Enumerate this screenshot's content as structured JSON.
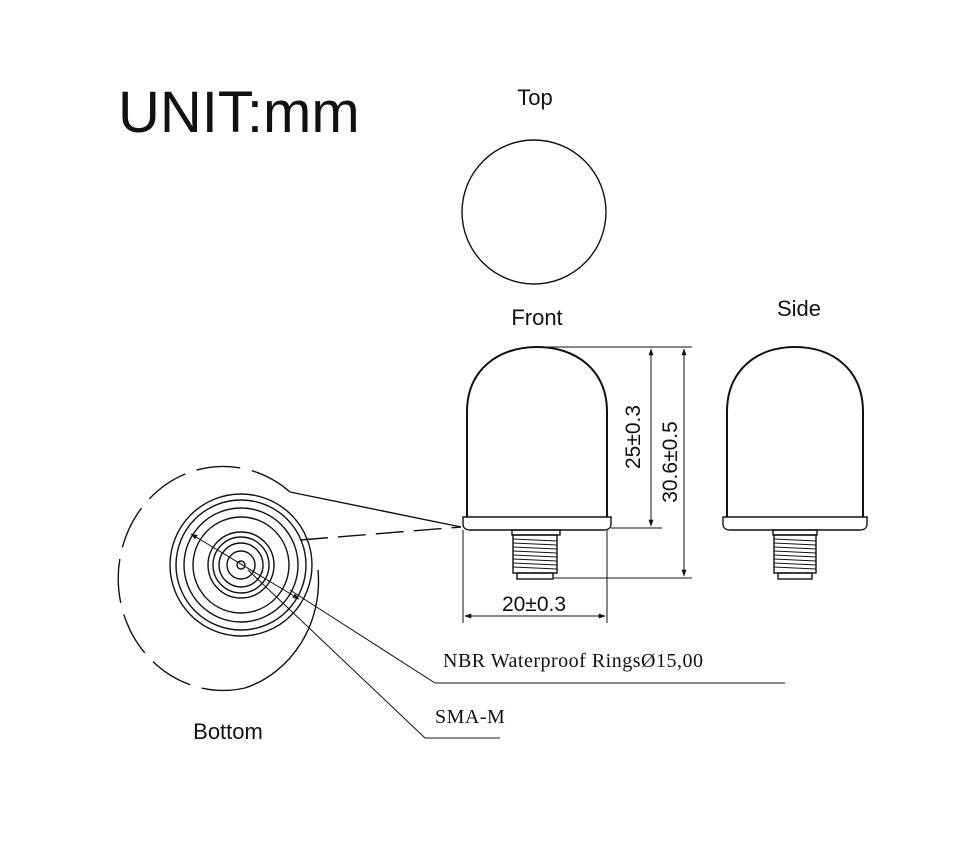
{
  "unit_label": "UNIT:mm",
  "views": {
    "top": "Top",
    "front": "Front",
    "side": "Side",
    "bottom": "Bottom"
  },
  "dimensions": {
    "dome_height": "25±0.3",
    "total_height": "30.6±0.5",
    "width": "20±0.3"
  },
  "callouts": {
    "rings": "NBR Waterproof RingsØ15,00",
    "connector": "SMA-M"
  }
}
